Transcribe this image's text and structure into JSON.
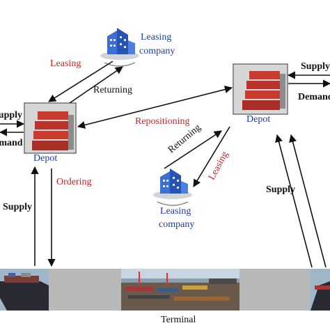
{
  "labels": {
    "leasing_top": "Leasing",
    "leasing_company_top_line1": "Leasing",
    "leasing_company_top_line2": "company",
    "returning_top": "Returning",
    "supply_left": "Supply",
    "demand_left": "Demand",
    "depot_left": "Depot",
    "repositioning": "Repositioning",
    "ordering": "Ordering",
    "supply_left_bottom": "Supply",
    "depot_right": "Depot",
    "supply_right": "Supply",
    "demand_right": "Demand",
    "returning_mid": "Returning",
    "leasing_mid": "Leasing",
    "leasing_company_mid_line1": "Leasing",
    "leasing_company_mid_line2": "company",
    "supply_right_bottom": "Supply",
    "terminal": "Terminal"
  },
  "colors": {
    "arrow": "#111111",
    "accent_red": "#c0282d",
    "accent_blue": "#1f3f9a",
    "building": "#3a6fd8",
    "container_red": "#c83b2e",
    "band": "#b8b8b8"
  }
}
